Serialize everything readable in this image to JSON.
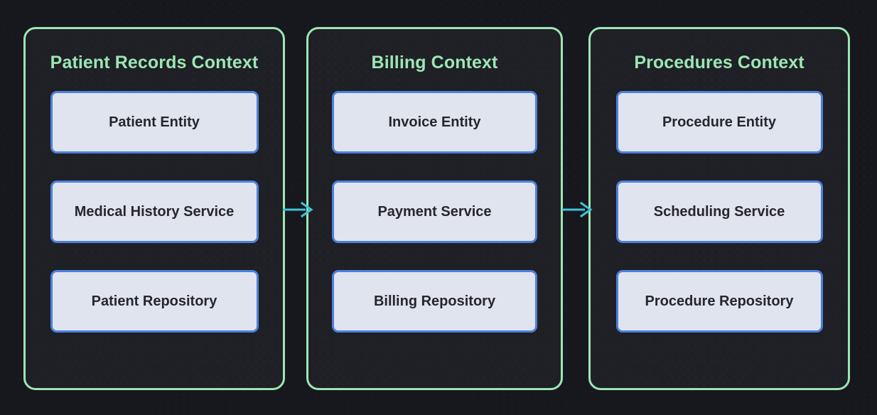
{
  "diagram": {
    "type": "bounded-context-map",
    "background_color": "#16181d",
    "container_border_color": "#9ce6b4",
    "container_fill_color": "#1e2026",
    "node_fill_color": "#dfe4ef",
    "node_border_color": "#4d7fdc",
    "node_text_color": "#26262b",
    "arrow_color": "#3fc5d8",
    "contexts": [
      {
        "title": "Patient Records Context",
        "nodes": [
          {
            "label": "Patient Entity"
          },
          {
            "label": "Medical History Service"
          },
          {
            "label": "Patient Repository"
          }
        ]
      },
      {
        "title": "Billing Context",
        "nodes": [
          {
            "label": "Invoice Entity"
          },
          {
            "label": "Payment Service"
          },
          {
            "label": "Billing Repository"
          }
        ]
      },
      {
        "title": "Procedures Context",
        "nodes": [
          {
            "label": "Procedure Entity"
          },
          {
            "label": "Scheduling Service"
          },
          {
            "label": "Procedure Repository"
          }
        ]
      }
    ],
    "connectors": [
      {
        "name": "arrow-patient-records-to-billing",
        "from": "Patient Records Context",
        "to": "Billing Context",
        "direction": "right"
      },
      {
        "name": "arrow-billing-to-procedures",
        "from": "Billing Context",
        "to": "Procedures Context",
        "direction": "right"
      }
    ]
  }
}
